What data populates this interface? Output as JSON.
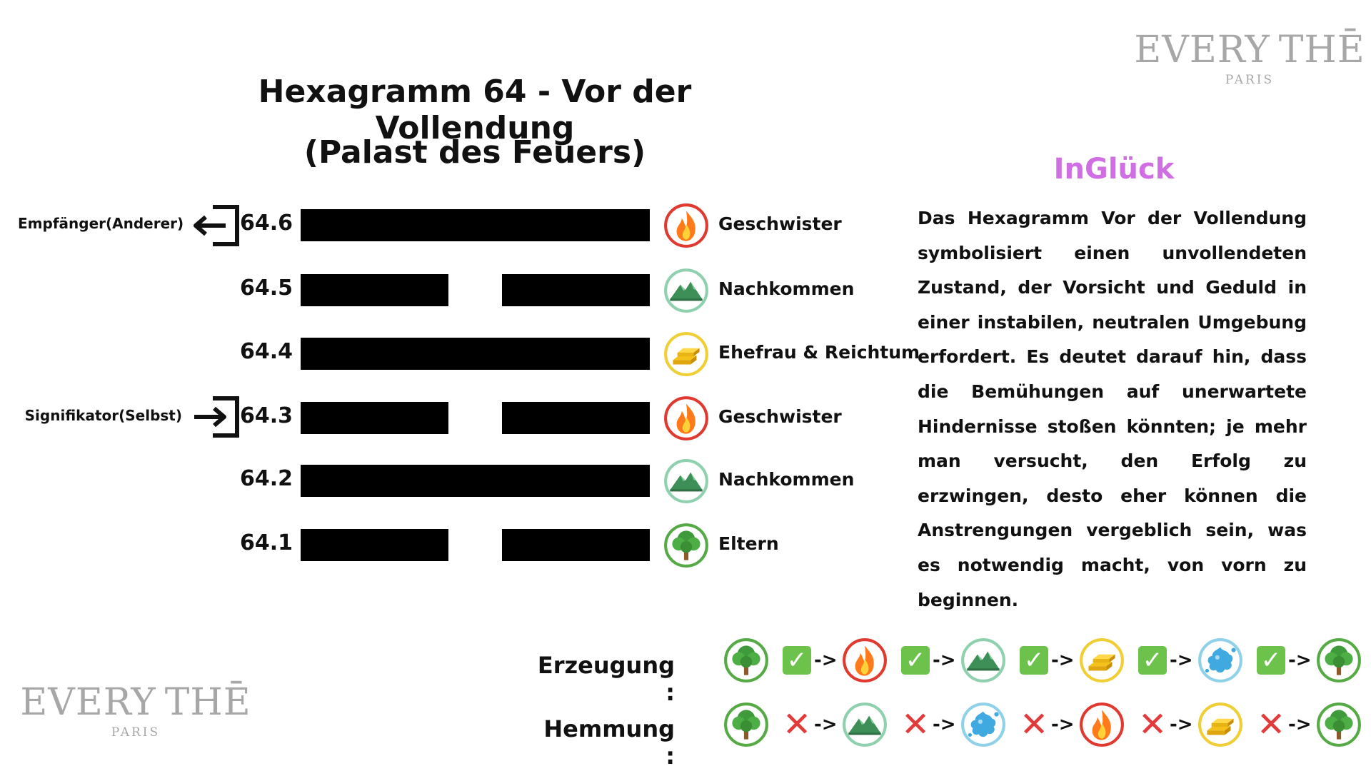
{
  "title_line1": "Hexagramm 64 - Vor der Vollendung",
  "title_line2": "(Palast des Feuers)",
  "logo": {
    "word_left": "EVERY",
    "word_right": "THĒ",
    "city": "PARIS"
  },
  "side_labels": {
    "receiver": "Empfänger(Anderer)",
    "signifier": "Signifikator(Selbst)"
  },
  "lines": [
    {
      "label": "64.6",
      "type": "yang",
      "element": "fire",
      "relation": "Geschwister"
    },
    {
      "label": "64.5",
      "type": "yin",
      "element": "earth",
      "relation": "Nachkommen"
    },
    {
      "label": "64.4",
      "type": "yang",
      "element": "metal",
      "relation": "Ehefrau & Reichtum"
    },
    {
      "label": "64.3",
      "type": "yin",
      "element": "fire",
      "relation": "Geschwister"
    },
    {
      "label": "64.2",
      "type": "yang",
      "element": "earth",
      "relation": "Nachkommen"
    },
    {
      "label": "64.1",
      "type": "yin",
      "element": "wood",
      "relation": "Eltern"
    }
  ],
  "fortune": {
    "heading": "InGlück",
    "text": "Das Hexagramm Vor der Vollendung symbolisiert einen unvollendeten Zustand, der Vorsicht und Geduld in einer instabilen, neutralen Umgebung erfordert. Es deutet darauf hin, dass die Bemühungen auf unerwartete Hindernisse stoßen könnten; je mehr man versucht, den Erfolg zu erzwingen, desto eher können die Anstrengungen vergeblich sein, was es notwendig macht, von vorn zu beginnen."
  },
  "cycles": {
    "generation": {
      "label": "Erzeugung :",
      "sequence": [
        "wood",
        "fire",
        "earth",
        "metal",
        "water",
        "wood"
      ],
      "mark": "check"
    },
    "inhibition": {
      "label": "Hemmung :",
      "sequence": [
        "wood",
        "earth",
        "water",
        "fire",
        "metal",
        "wood"
      ],
      "mark": "cross"
    }
  },
  "colors": {
    "heading": "#cf6fe3",
    "fire_ring": "#e03a30",
    "earth_ring": "#8fd1ae",
    "metal_ring": "#f0cf36",
    "water_ring": "#8fd1e8",
    "wood_ring": "#56aa45",
    "check_bg": "#6cc24a",
    "cross": "#e23b3b"
  }
}
